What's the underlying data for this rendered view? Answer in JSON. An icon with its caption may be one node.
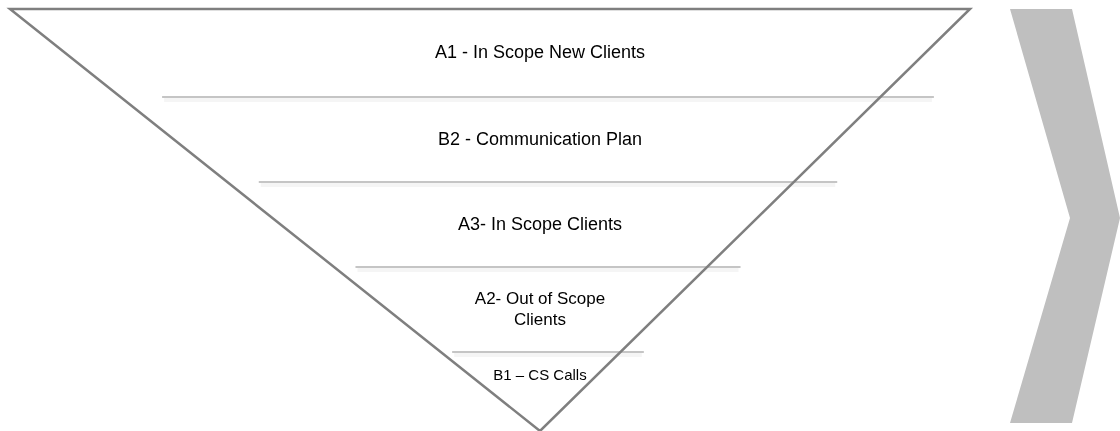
{
  "diagram": {
    "nodes": [
      {
        "text": [
          "A1 - In Scope New Clients"
        ]
      },
      {
        "text": [
          "B2 - Communication Plan"
        ]
      },
      {
        "text": [
          "A3- In Scope Clients"
        ]
      },
      {
        "text": [
          "A2- Out of Scope Clients"
        ]
      },
      {
        "text": [
          "B1 – CS Calls"
        ]
      }
    ]
  }
}
